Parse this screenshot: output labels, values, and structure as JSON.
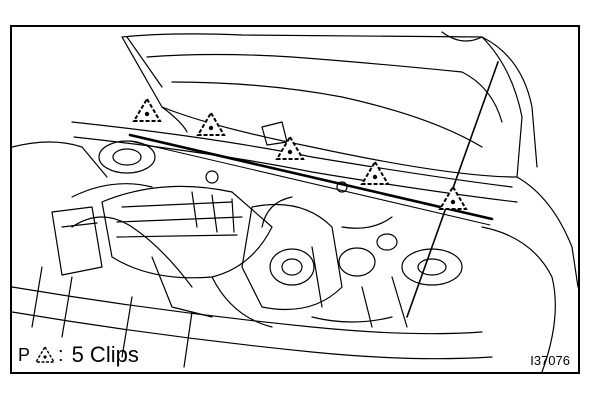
{
  "legend": {
    "prefix": "P",
    "symbol": "clip-triangle-icon",
    "separator": ":",
    "text": "5 Clips"
  },
  "figure_id": "I37076",
  "clip_count": 5
}
